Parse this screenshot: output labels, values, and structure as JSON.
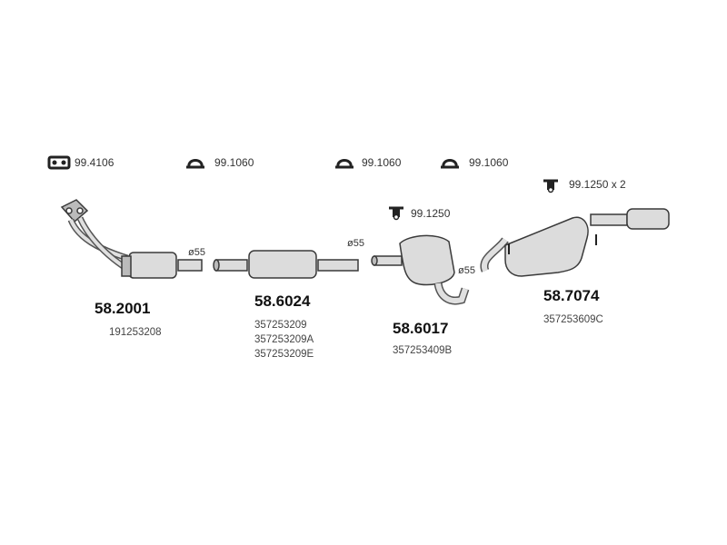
{
  "accessories": [
    {
      "code": "99.4106",
      "icon": "flange-gasket-icon"
    },
    {
      "code": "99.1060",
      "icon": "clamp-icon"
    },
    {
      "code": "99.1060",
      "icon": "clamp-icon"
    },
    {
      "code": "99.1060",
      "icon": "clamp-icon"
    },
    {
      "code": "99.1250",
      "icon": "rubber-mount-icon"
    },
    {
      "code": "99.1250 x 2",
      "icon": "rubber-mount-icon"
    }
  ],
  "diameters": [
    "ø55",
    "ø55",
    "ø55"
  ],
  "parts": [
    {
      "number": "58.2001",
      "oe": [
        "191253208"
      ]
    },
    {
      "number": "58.6024",
      "oe": [
        "357253209",
        "357253209A",
        "357253209E"
      ]
    },
    {
      "number": "58.6017",
      "oe": [
        "357253409B"
      ]
    },
    {
      "number": "58.7074",
      "oe": [
        "357253609C"
      ]
    }
  ],
  "colors": {
    "line": "#3a3a3a",
    "fill": "#dcdcdc",
    "shade": "#b4b4b4"
  }
}
